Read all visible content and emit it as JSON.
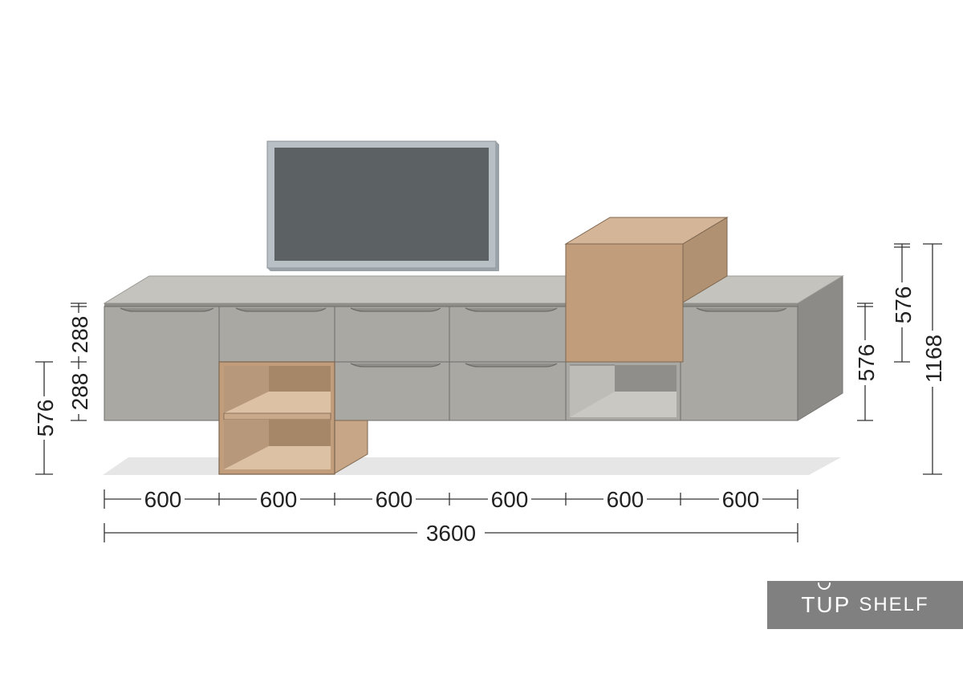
{
  "dimensions": {
    "module_widths": [
      "600",
      "600",
      "600",
      "600",
      "600",
      "600"
    ],
    "total_width": "3600",
    "left_height_total": "576",
    "left_height_top": "288",
    "left_height_bottom": "288",
    "right_lower_height": "576",
    "right_upper_height": "576",
    "right_total_height": "1168"
  },
  "brand": {
    "word1": "TUP",
    "word2": "SHELF"
  },
  "colors": {
    "cabinet_front": "#a9a8a3",
    "cabinet_top": "#c5c3bd",
    "cabinet_side": "#8c8b87",
    "wood": "#c19d7c",
    "wood_light": "#d5b597",
    "wood_dark": "#a78968",
    "tv_screen": "#5c6164",
    "tv_frame": "#b7bfc4",
    "brand_bg": "#808080"
  }
}
